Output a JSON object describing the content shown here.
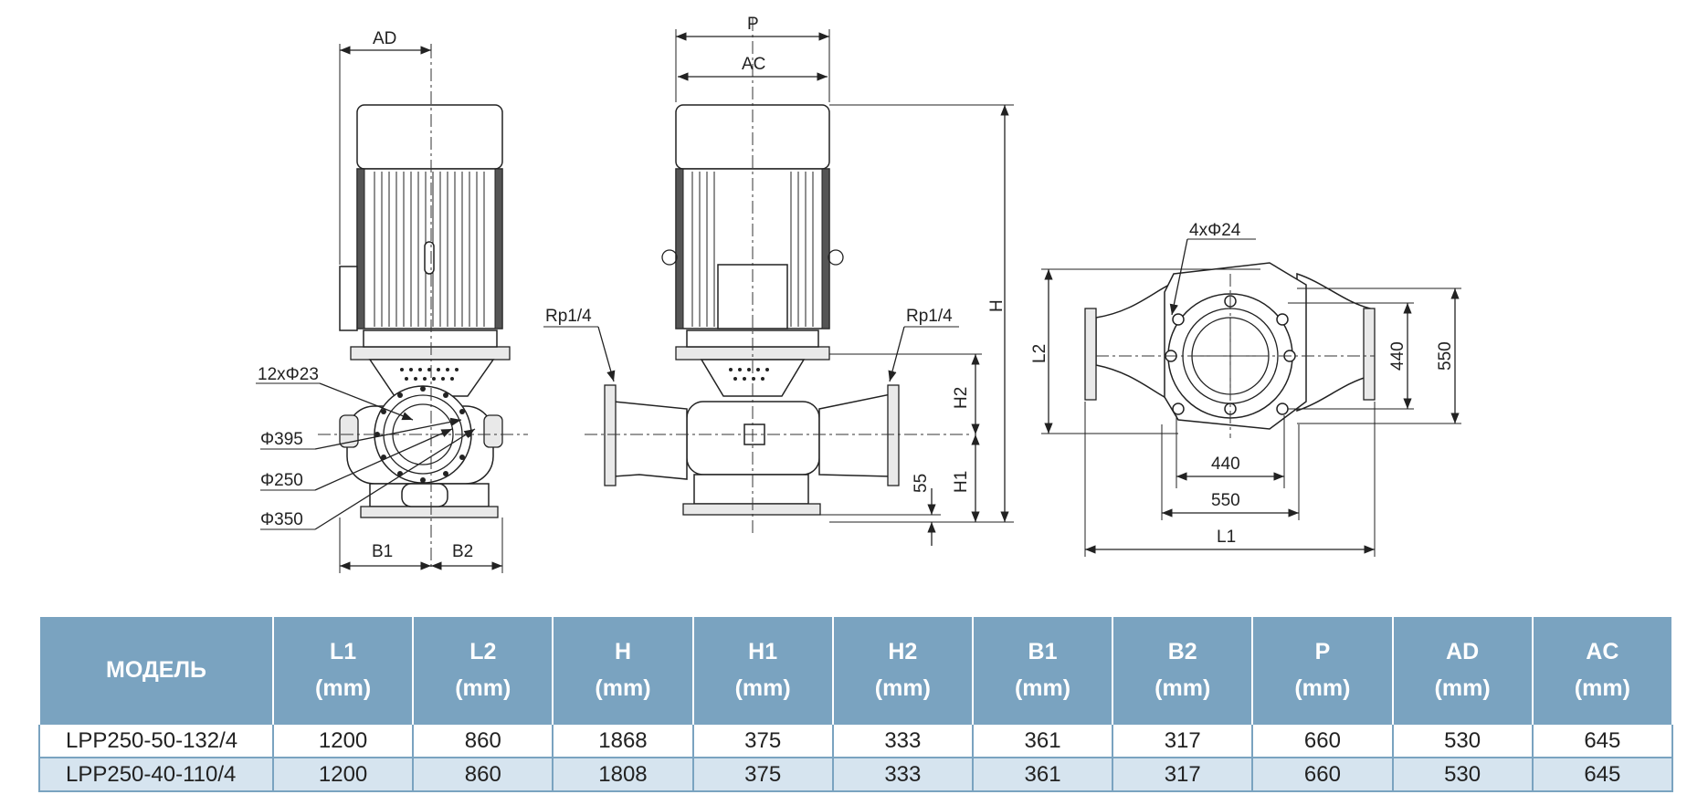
{
  "labels": {
    "ad": "AD",
    "p": "P",
    "ac": "AC",
    "h": "H",
    "h1": "H1",
    "h2": "H2",
    "b1": "B1",
    "b2": "B2",
    "l1": "L1",
    "l2": "L2",
    "bolts_motor": "12xΦ23",
    "bolts_base": "4xΦ24",
    "d395": "Φ395",
    "d250": "Φ250",
    "d350": "Φ350",
    "rp_left": "Rp1/4",
    "rp_right": "Rp1/4",
    "dim55": "55",
    "dim440_h": "440",
    "dim550_h": "550",
    "dim440_v": "440",
    "dim550_v": "550"
  },
  "table": {
    "model_header": "МОДЕЛЬ",
    "columns": [
      {
        "name": "L1",
        "unit": "(mm)"
      },
      {
        "name": "L2",
        "unit": "(mm)"
      },
      {
        "name": "H",
        "unit": "(mm)"
      },
      {
        "name": "H1",
        "unit": "(mm)"
      },
      {
        "name": "H2",
        "unit": "(mm)"
      },
      {
        "name": "B1",
        "unit": "(mm)"
      },
      {
        "name": "B2",
        "unit": "(mm)"
      },
      {
        "name": "P",
        "unit": "(mm)"
      },
      {
        "name": "AD",
        "unit": "(mm)"
      },
      {
        "name": "AC",
        "unit": "(mm)"
      }
    ],
    "rows": [
      {
        "model": "LPP250-50-132/4",
        "values": [
          "1200",
          "860",
          "1868",
          "375",
          "333",
          "361",
          "317",
          "660",
          "530",
          "645"
        ]
      },
      {
        "model": "LPP250-40-110/4",
        "values": [
          "1200",
          "860",
          "1808",
          "375",
          "333",
          "361",
          "317",
          "660",
          "530",
          "645"
        ]
      }
    ]
  },
  "colors": {
    "header_bg": "#7aa3c0",
    "row_alt_bg": "#d6e4ef",
    "line": "#222222"
  }
}
